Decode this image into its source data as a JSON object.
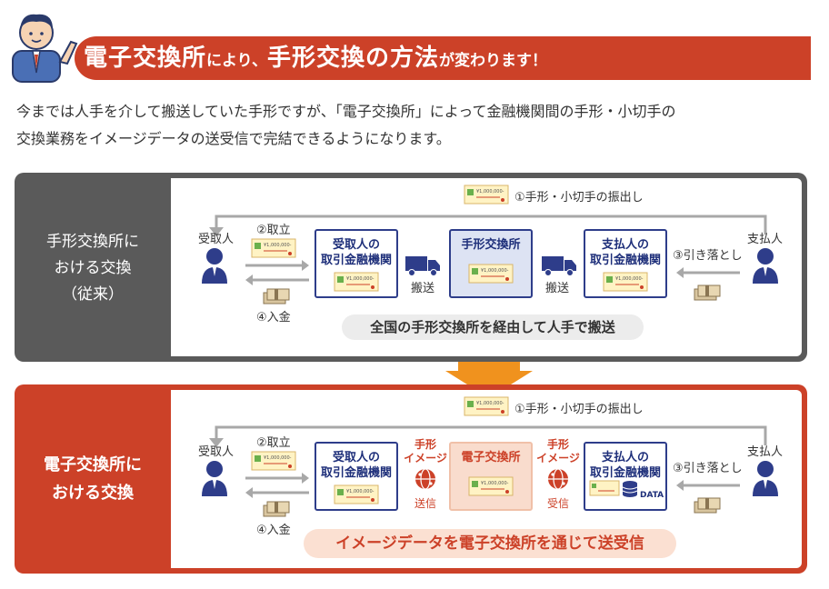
{
  "header": {
    "title_part1": "電子交換所",
    "title_part2": "により、",
    "title_part3": "手形交換の方法",
    "title_part4": "が変わります！"
  },
  "intro": {
    "line1": "今までは人手を介して搬送していた手形ですが、「電子交換所」によって金融機関間の手形・小切手の",
    "line2": "交換業務をイメージデータの送受信で完結できるようになります。"
  },
  "old_flow": {
    "side_label_lines": [
      "手形交換所に",
      "おける交換",
      "（従来）"
    ],
    "top_label": "①手形・小切手の振出し",
    "payee": "受取人",
    "payer": "支払人",
    "collect_label": "②取立",
    "deposit_label": "④入金",
    "debit_label": "③引き落とし",
    "payee_bank": [
      "受取人の",
      "取引金融機関"
    ],
    "clearing_house": "手形交換所",
    "payer_bank": [
      "支払人の",
      "取引金融機関"
    ],
    "transport1": "搬送",
    "transport2": "搬送",
    "summary": "全国の手形交換所を経由して人手で搬送"
  },
  "new_flow": {
    "side_label_lines": [
      "電子交換所に",
      "おける交換"
    ],
    "top_label": "①手形・小切手の振出し",
    "payee": "受取人",
    "payer": "支払人",
    "collect_label": "②取立",
    "deposit_label": "④入金",
    "debit_label": "③引き落とし",
    "payee_bank": [
      "受取人の",
      "取引金融機関"
    ],
    "clearing_house": "電子交換所",
    "payer_bank": [
      "支払人の",
      "取引金融機関"
    ],
    "image_left": [
      "手形",
      "イメージ"
    ],
    "image_left_action": "送信",
    "image_right": [
      "手形",
      "イメージ"
    ],
    "image_right_action": "受信",
    "data_label": "DATA",
    "summary": "イメージデータを電子交換所を通じて送受信"
  },
  "cheque_amount": "¥1,000,000-",
  "colors": {
    "accent_red": "#cc4128",
    "navy": "#2e3d8a",
    "gray_panel": "#5a5a5a",
    "arrow_orange": "#f0921e"
  }
}
